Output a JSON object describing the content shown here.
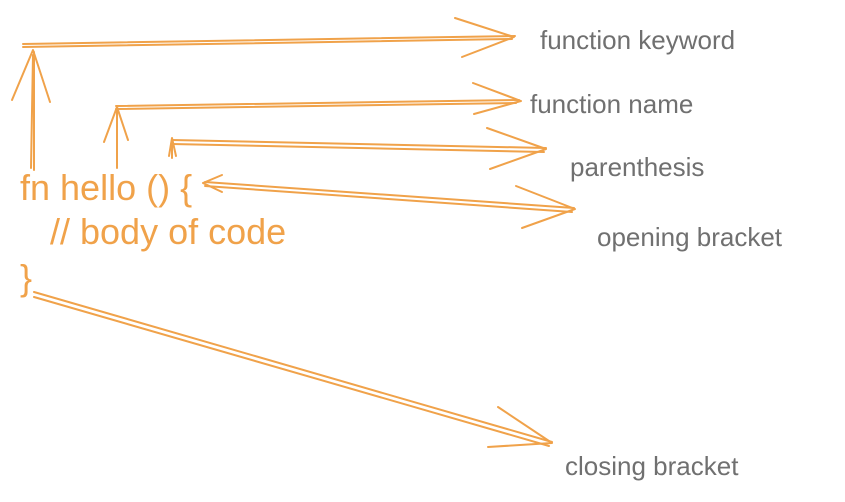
{
  "colors": {
    "accent": "#F0A24A",
    "label_text": "#707070",
    "background": "#FFFFFF"
  },
  "code": {
    "line1": "fn hello () {",
    "line2": "   // body of code",
    "line3": "}"
  },
  "labels": {
    "function_keyword": "function keyword",
    "function_name": "function name",
    "parenthesis": "parenthesis",
    "opening_bracket": "opening bracket",
    "closing_bracket": "closing bracket"
  }
}
